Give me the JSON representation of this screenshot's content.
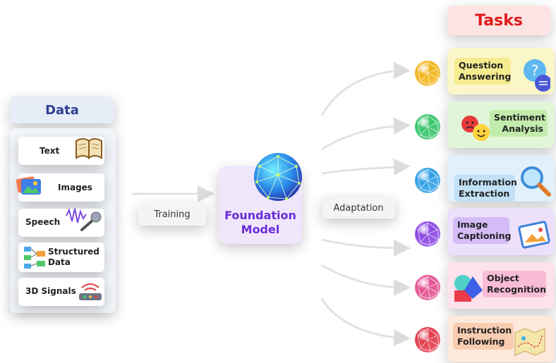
{
  "data_panel": {
    "title": "Data",
    "items": [
      {
        "label": "Text",
        "icon": "book-icon"
      },
      {
        "label": "Images",
        "icon": "images-icon"
      },
      {
        "label": "Speech",
        "icon": "microphone-icon"
      },
      {
        "label": "Structured Data",
        "icon": "flowchart-icon"
      },
      {
        "label": "3D Signals",
        "icon": "sensor-device-icon"
      }
    ]
  },
  "training_label": "Training",
  "foundation_model": {
    "line1": "Foundation",
    "line2": "Model",
    "icon": "network-sphere-icon"
  },
  "adaptation_label": "Adaptation",
  "tasks_panel": {
    "title": "Tasks",
    "items": [
      {
        "line1": "Question",
        "line2": "Answering",
        "bg": "#fbf6c9",
        "tag": "#f4ec8e",
        "ball": "#f0b418",
        "icon": "question-bubble-icon"
      },
      {
        "line1": "Sentiment",
        "line2": "Analysis",
        "bg": "#e1f6d8",
        "tag": "#c2ecac",
        "ball": "#35c46a",
        "icon": "emoji-faces-icon"
      },
      {
        "line1": "Information",
        "line2": "Extraction",
        "bg": "#e1f0fb",
        "tag": "#c2e0f6",
        "ball": "#2f9fe4",
        "icon": "magnifier-icon"
      },
      {
        "line1": "Image",
        "line2": "Captioning",
        "bg": "#ece0fb",
        "tag": "#d5bcf6",
        "ball": "#8c46e4",
        "icon": "picture-icon"
      },
      {
        "line1": "Object",
        "line2": "Recognition",
        "bg": "#fde1ec",
        "tag": "#f8bcd4",
        "ball": "#e45192",
        "icon": "shapes-icon"
      },
      {
        "line1": "Instruction",
        "line2": "Following",
        "bg": "#fde8dc",
        "tag": "#f8ccb0",
        "ball": "#e23a4a",
        "icon": "map-icon"
      }
    ]
  }
}
